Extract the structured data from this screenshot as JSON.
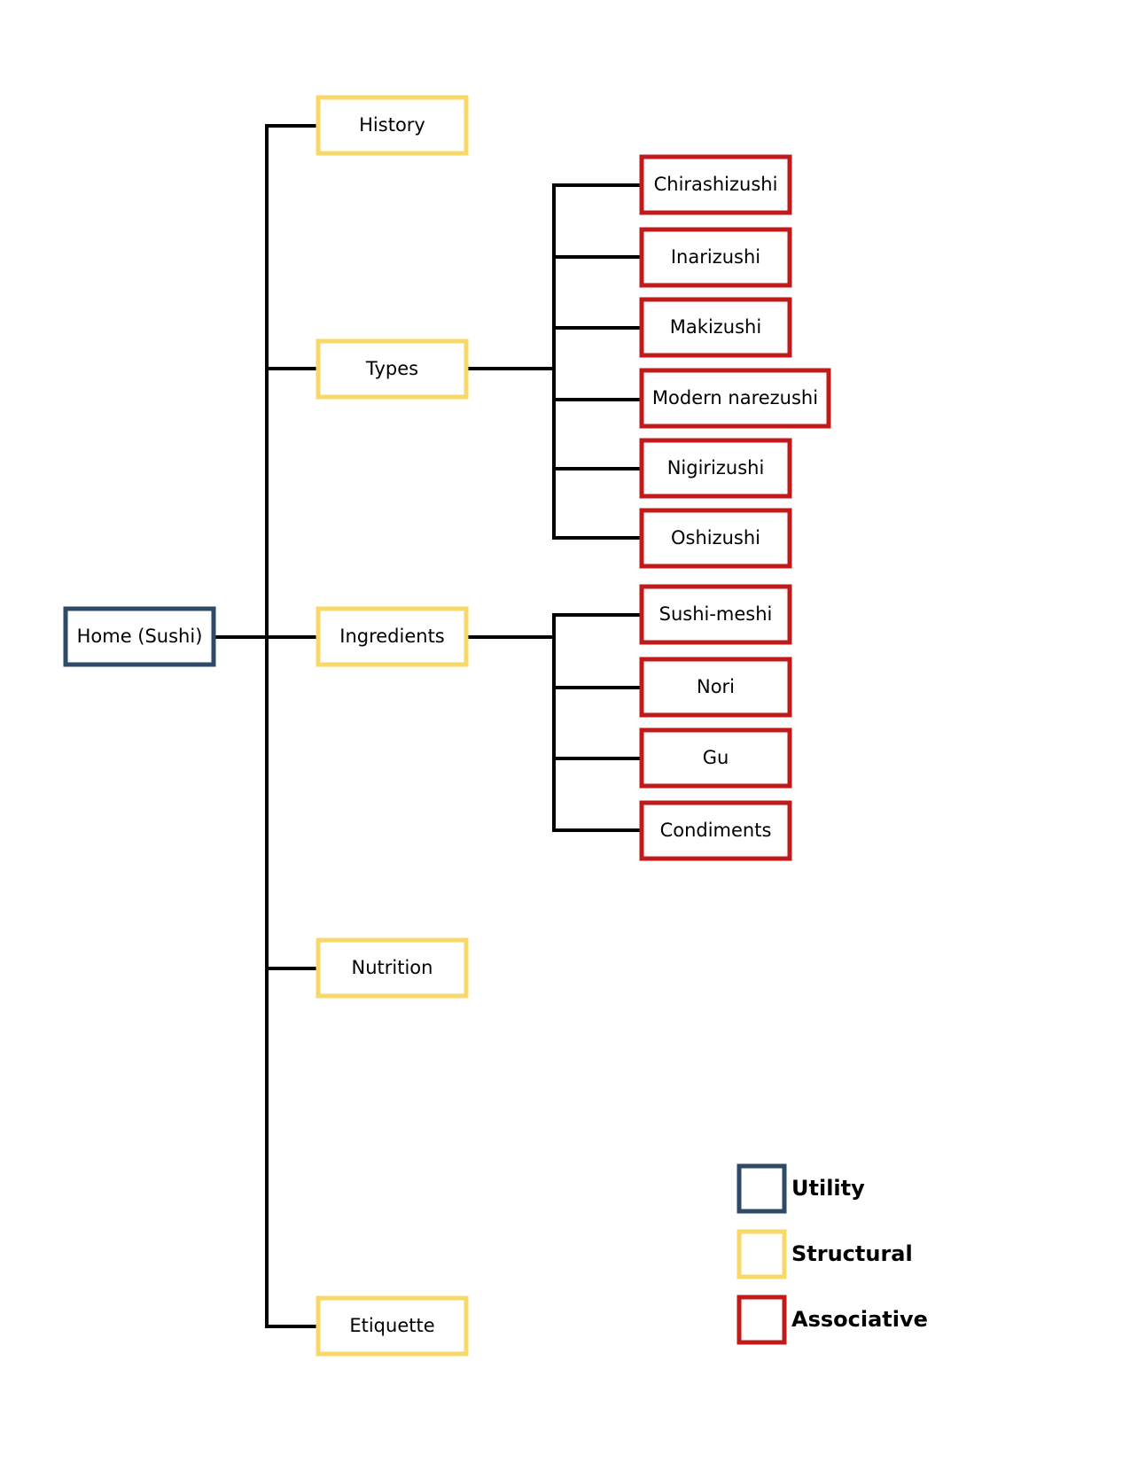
{
  "colors": {
    "utility": "#2e4a66",
    "structural": "#f9d86a",
    "associative": "#c01a1a"
  },
  "root": {
    "label": "Home (Sushi)",
    "kind": "utility"
  },
  "sections": [
    {
      "label": "History",
      "kind": "structural"
    },
    {
      "label": "Types",
      "kind": "structural"
    },
    {
      "label": "Ingredients",
      "kind": "structural"
    },
    {
      "label": "Nutrition",
      "kind": "structural"
    },
    {
      "label": "Etiquette",
      "kind": "structural"
    }
  ],
  "types": [
    {
      "label": "Chirashizushi",
      "kind": "associative"
    },
    {
      "label": "Inarizushi",
      "kind": "associative"
    },
    {
      "label": "Makizushi",
      "kind": "associative"
    },
    {
      "label": "Modern narezushi",
      "kind": "associative"
    },
    {
      "label": "Nigirizushi",
      "kind": "associative"
    },
    {
      "label": "Oshizushi",
      "kind": "associative"
    }
  ],
  "ingredients": [
    {
      "label": "Sushi-meshi",
      "kind": "associative"
    },
    {
      "label": "Nori",
      "kind": "associative"
    },
    {
      "label": "Gu",
      "kind": "associative"
    },
    {
      "label": "Condiments",
      "kind": "associative"
    }
  ],
  "legend": [
    {
      "label": "Utility",
      "kind": "utility"
    },
    {
      "label": "Structural",
      "kind": "structural"
    },
    {
      "label": "Associative",
      "kind": "associative"
    }
  ]
}
